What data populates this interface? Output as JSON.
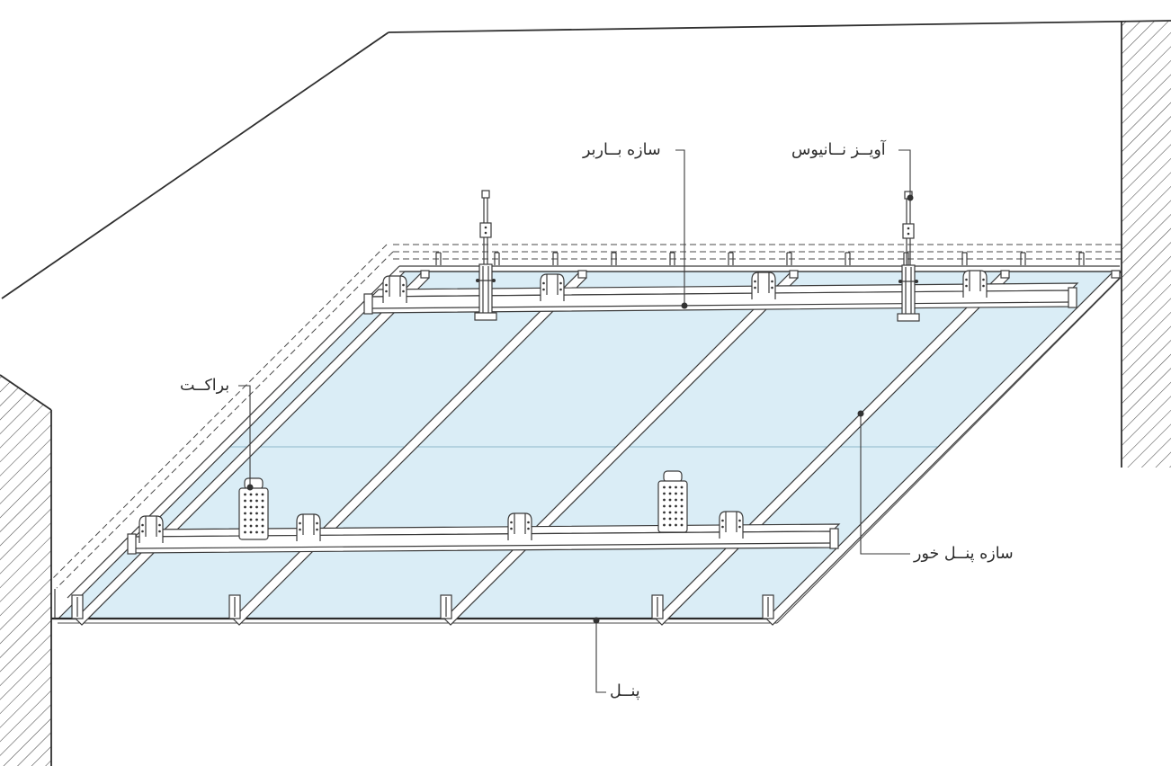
{
  "diagram": {
    "type": "isometric-technical-drawing",
    "subject": "suspended ceiling panel grid with carriers, hangers and brackets",
    "labels": {
      "load_bearing_channel": "سازه بــاربر",
      "nonius_hanger": "آویــز نــانیوس",
      "bracket": "براکــت",
      "panel_bearing_channel": "سازه پنــل خور",
      "panel": "پنــل"
    },
    "colors": {
      "panel_fill": "#daedf6",
      "line": "#3a3a3a",
      "background": "#ffffff"
    }
  }
}
